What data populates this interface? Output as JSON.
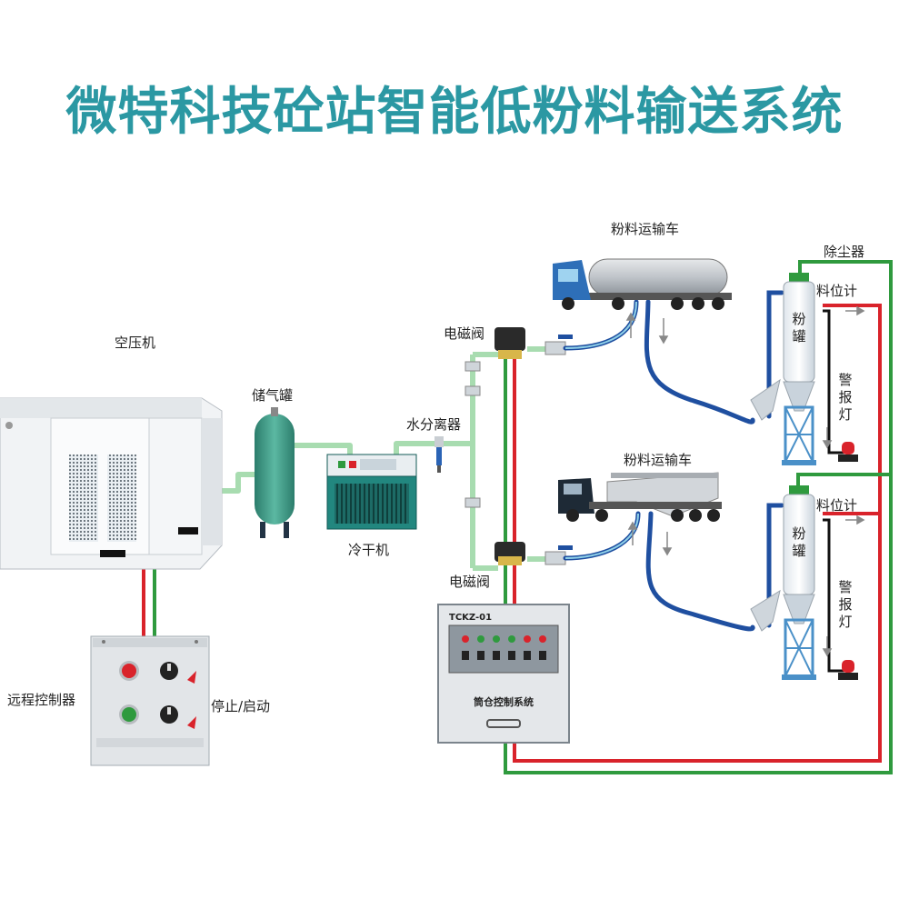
{
  "title": "微特科技砼站智能低粉料输送系统",
  "labels": {
    "air_compressor": "空压机",
    "air_tank": "储气罐",
    "water_separator": "水分离器",
    "dryer": "冷干机",
    "solenoid_top": "电磁阀",
    "solenoid_bottom": "电磁阀",
    "truck_top": "粉料运输车",
    "truck_bottom": "粉料运输车",
    "dust_collector": "除尘器",
    "level_gauge_top": "料位计",
    "level_gauge_bottom": "料位计",
    "silo_top": "粉罐",
    "silo_bottom": "粉罐",
    "alarm_top": "警报灯",
    "alarm_bottom": "警报灯",
    "remote_controller": "远程控制器",
    "stop_start": "停止/启动"
  },
  "control_cabinet": {
    "model": "TCKZ-01",
    "name": "筒仓控制系统"
  },
  "colors": {
    "title": "#2b98a3",
    "signal_red": "#d9232b",
    "signal_green": "#2f9a3e",
    "air_pipe": "#a8dcb0",
    "hose_blue": "#1f4fa0",
    "tank_green": "#3d9a87",
    "silo_blue": "#4a90c8"
  }
}
